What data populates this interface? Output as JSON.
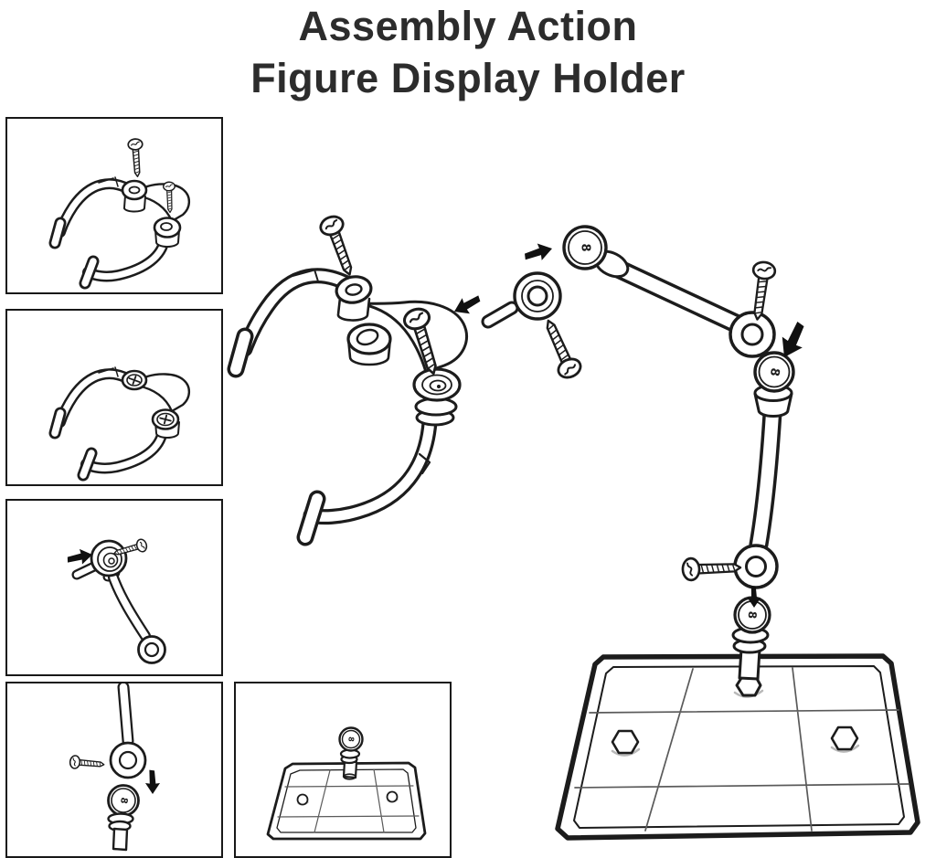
{
  "title": {
    "line1": "Assembly Action",
    "line2": "Figure Display Holder"
  },
  "marks": {
    "ball": "8"
  },
  "colors": {
    "line": "#1c1c1c",
    "arrow": "#101010",
    "background": "#ffffff",
    "title_text": "#2c2c2c"
  }
}
